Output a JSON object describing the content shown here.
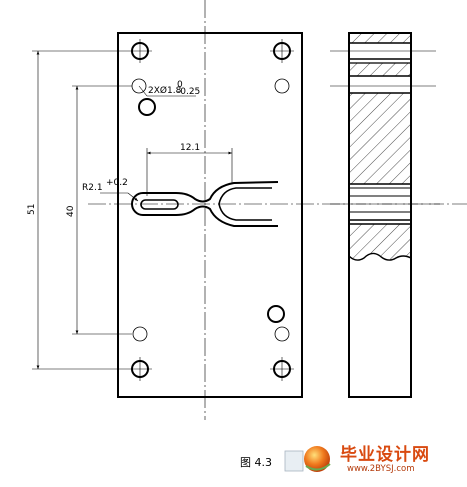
{
  "dimensions": {
    "overall_height": "51",
    "hole_spacing": "40",
    "slot_width": "12.1",
    "radius_main": "R2.1",
    "radius_tol": "+0.2",
    "hole_note_main": "2XØ1.8",
    "hole_note_sup": "0",
    "hole_note_sub": "-0.25"
  },
  "caption": "图 4.3",
  "watermark": {
    "text": "毕业设计网",
    "url": "www.2BYSJ.com"
  },
  "colors": {
    "line": "#000000",
    "logo_ball": "#f07a1e",
    "watermark_text": "#d94a10"
  }
}
